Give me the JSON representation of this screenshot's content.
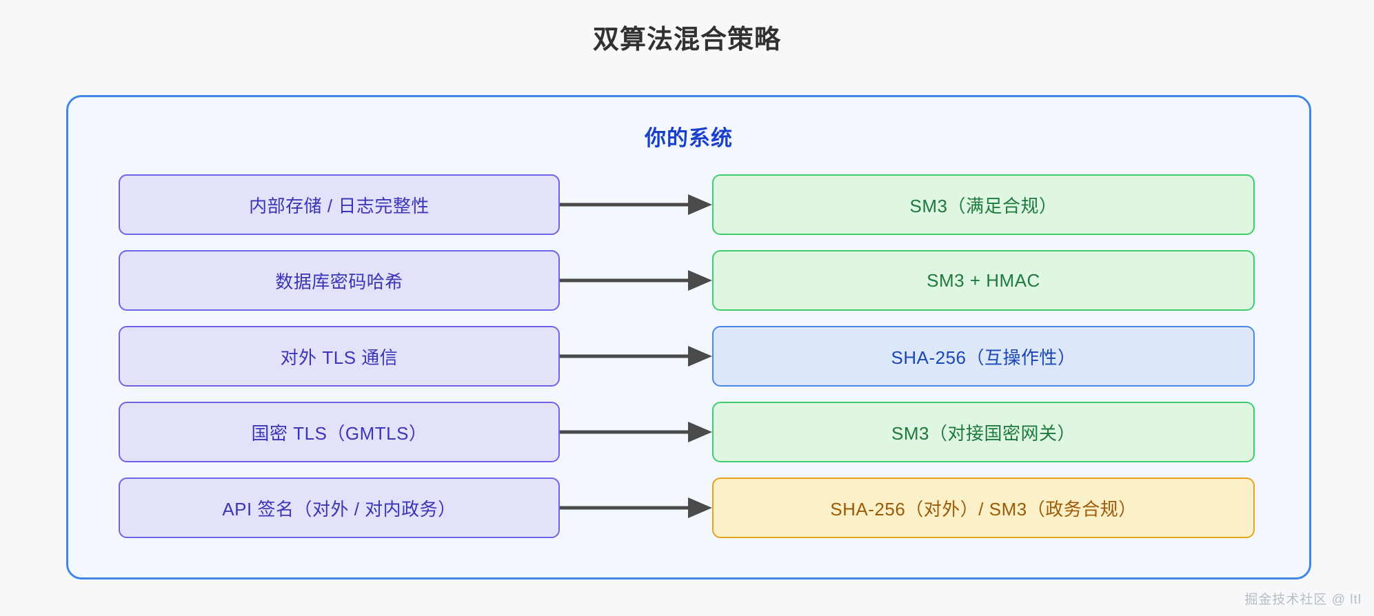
{
  "page": {
    "title": "双算法混合策略",
    "background_color": "#f7f8f9",
    "title_color": "#313131"
  },
  "container": {
    "label": "你的系统",
    "border_color": "#4285e8",
    "fill_color": "#f2f8fe",
    "label_color": "#1a3fcf"
  },
  "arrow": {
    "color": "#4a4a4a",
    "icon": "arrow-right-icon"
  },
  "rows": [
    {
      "source": "内部存储 / 日志完整性",
      "target": "SM3（满足合规）",
      "tone": "green",
      "target_border": "#3ecc6a",
      "target_fill": "#dff6e3",
      "target_text_color": "#1d7a3c"
    },
    {
      "source": "数据库密码哈希",
      "target": "SM3 + HMAC",
      "tone": "green",
      "target_border": "#3ecc6a",
      "target_fill": "#dff6e3",
      "target_text_color": "#1d7a3c"
    },
    {
      "source": "对外 TLS 通信",
      "target": "SHA-256（互操作性）",
      "tone": "blue",
      "target_border": "#4a86e8",
      "target_fill": "#dce8fa",
      "target_text_color": "#1a46b8"
    },
    {
      "source": "国密 TLS（GMTLS）",
      "target": "SM3（对接国密网关）",
      "tone": "green",
      "target_border": "#3ecc6a",
      "target_fill": "#dff6e3",
      "target_text_color": "#1d7a3c"
    },
    {
      "source": "API 签名（对外 / 对内政务）",
      "target": "SHA-256（对外）/ SM3（政务合规）",
      "tone": "orange",
      "target_border": "#e8a317",
      "target_fill": "#fcf0c9",
      "target_text_color": "#9c5a07"
    }
  ],
  "source_style": {
    "border_color": "#6c63e8",
    "fill_color": "#e3e2fb",
    "text_color": "#3b35b8"
  },
  "watermark": {
    "text": "掘金技术社区 @ ltl",
    "color": "#b9bcc2"
  }
}
